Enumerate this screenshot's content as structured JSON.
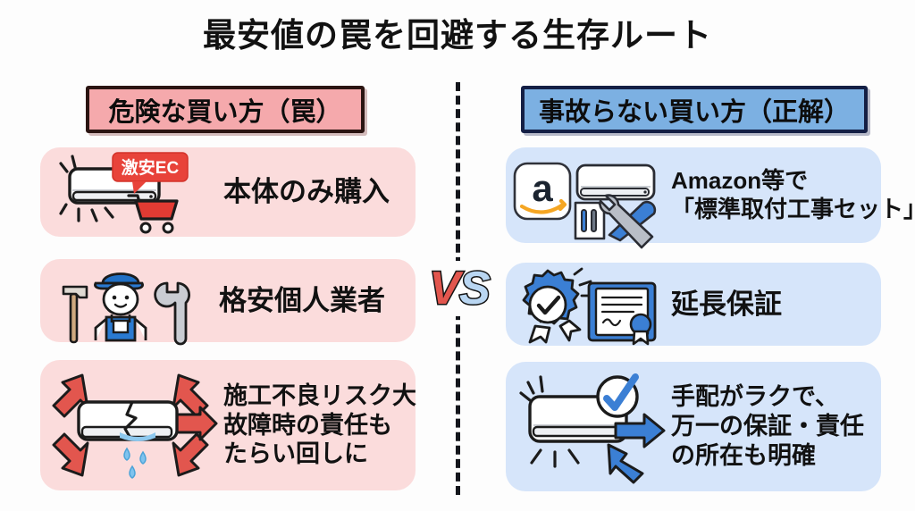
{
  "title": "最安値の罠を回避する生存ルート",
  "versus": {
    "left_char": "V",
    "right_char": "S"
  },
  "colors": {
    "background": "#fdfdfd",
    "pink_card": "#fbdcdc",
    "blue_card": "#d6e5fa",
    "pink_banner": "#f5a9ac",
    "pink_banner_border": "#2b1512",
    "blue_banner": "#7cb0e2",
    "blue_banner_border": "#141f45",
    "red_accent": "#e2564e",
    "blue_accent": "#3b7fd4",
    "badge_red": "#e8433a",
    "vs_v": "#e2564e",
    "vs_s": "#b9d6f2"
  },
  "columns": {
    "left": {
      "header": "危険な買い方（罠）",
      "items": [
        {
          "icon": "ac-unit-cheap-ec-cart-icon",
          "badge": "激安EC",
          "lines": [
            "本体のみ購入"
          ]
        },
        {
          "icon": "handyman-worker-icon",
          "lines": [
            "格安個人業者"
          ]
        },
        {
          "icon": "broken-ac-leak-arrows-icon",
          "lines": [
            "施工不良リスク大",
            "故障時の責任も",
            "たらい回しに"
          ]
        }
      ]
    },
    "right": {
      "header": "事故らない買い方（正解）",
      "items": [
        {
          "icon": "amazon-ac-tools-icon",
          "lines": [
            "Amazon等で",
            "「標準取付工事セット」"
          ]
        },
        {
          "icon": "warranty-badge-certificate-icon",
          "lines": [
            "延長保証"
          ]
        },
        {
          "icon": "ac-check-arrows-icon",
          "lines": [
            "手配がラクで、",
            "万一の保証・責任",
            "の所在も明確"
          ]
        }
      ]
    }
  }
}
